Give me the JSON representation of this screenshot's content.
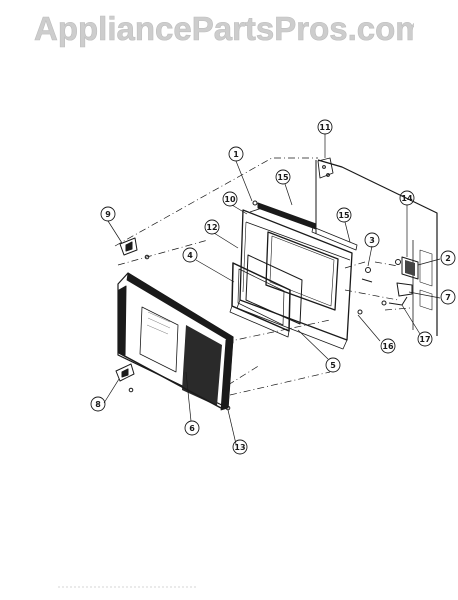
{
  "watermark": {
    "text": "AppliancePartsPros.com",
    "color": "#cdcdcd"
  },
  "diagram": {
    "ink_color": "#1a1a1a",
    "callouts": [
      "1",
      "2",
      "3",
      "4",
      "5",
      "6",
      "7",
      "8",
      "9",
      "10",
      "11",
      "12",
      "13",
      "14",
      "15",
      "15",
      "16",
      "17"
    ]
  }
}
